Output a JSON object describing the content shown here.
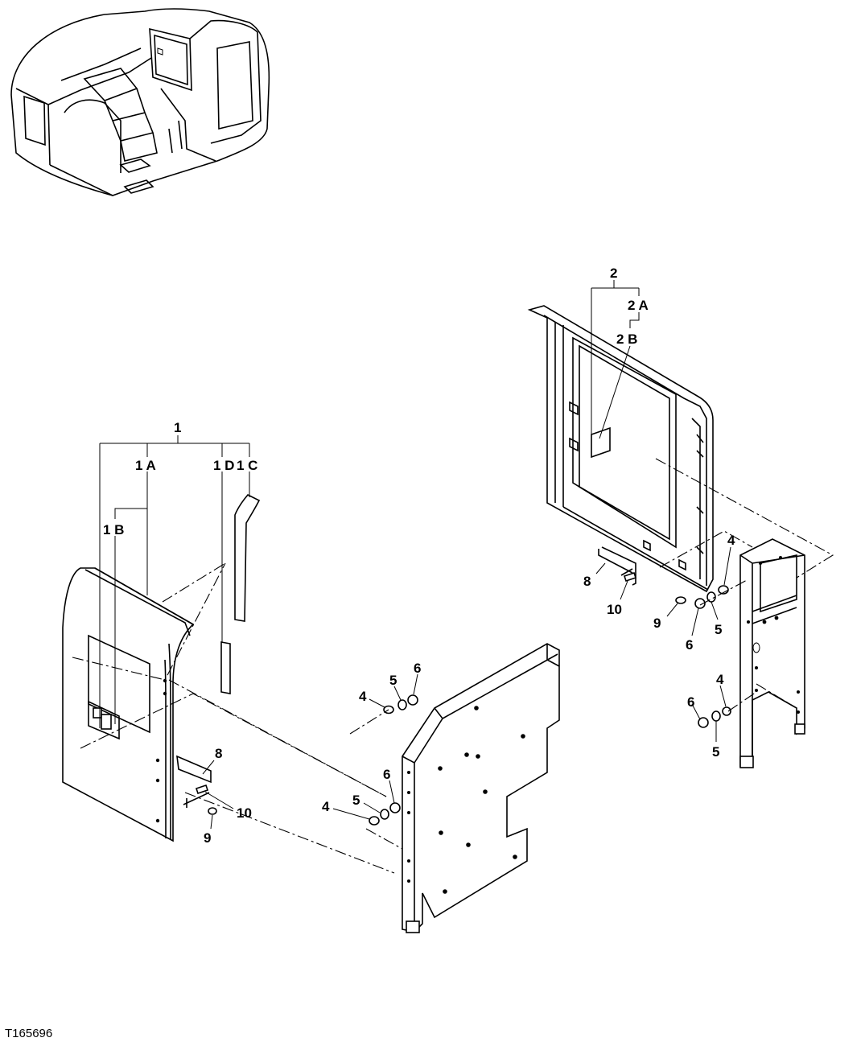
{
  "figure_id": "T165696",
  "callouts": {
    "c1": "1",
    "c1A": "1 A",
    "c1B": "1 B",
    "c1D": "1 D",
    "c1C": "1 C",
    "c2": "2",
    "c2A": "2 A",
    "c2B": "2 B",
    "c4a": "4",
    "c5a": "5",
    "c6a": "6",
    "c4b": "4",
    "c5b": "5",
    "c6b": "6",
    "c4c": "4",
    "c5c": "5",
    "c6c": "6",
    "c4d": "4",
    "c5d": "5",
    "c6d": "6",
    "c8a": "8",
    "c9a": "9",
    "c10a": "10",
    "c8b": "8",
    "c9b": "9",
    "c10b": "10"
  }
}
